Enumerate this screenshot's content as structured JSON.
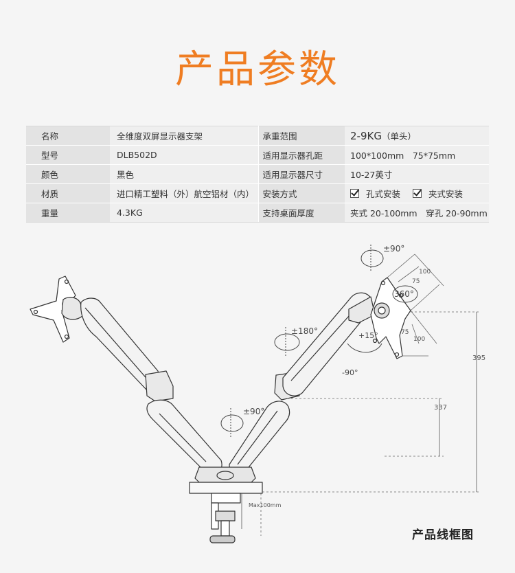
{
  "title": "产品参数",
  "specs": [
    {
      "label": "名称",
      "value": "全维度双屏显示器支架",
      "label2": "承重范围",
      "value2": "2-9KG",
      "value2_note": "（单头）"
    },
    {
      "label": "型号",
      "value": "DLB502D",
      "label2": "适用显示器孔距",
      "value2": "100*100mm　75*75mm"
    },
    {
      "label": "颜色",
      "value": "黑色",
      "label2": "适用显示器尺寸",
      "value2": "10-27英寸"
    },
    {
      "label": "材质",
      "value": "进口精工塑料（外）航空铝材（内）",
      "label2": "安装方式",
      "options": [
        "孔式安装",
        "夹式安装"
      ]
    },
    {
      "label": "重量",
      "value": "4.3KG",
      "label2": "支持桌面厚度",
      "value2": "夹式 20-100mm　穿孔 20-90mm"
    }
  ],
  "diagram": {
    "caption": "产品线框图",
    "dimensions": {
      "overall_height": "395",
      "arm_height": "337",
      "max_clamp": "Max100mm"
    },
    "vesa": {
      "outer": "100",
      "inner": "75"
    },
    "rotations": {
      "tilt": "±90°",
      "swivel_arm": "±180°",
      "base": "±90°",
      "rotate": "360°",
      "tilt_up": "+15°",
      "tilt_down": "-90°"
    }
  }
}
